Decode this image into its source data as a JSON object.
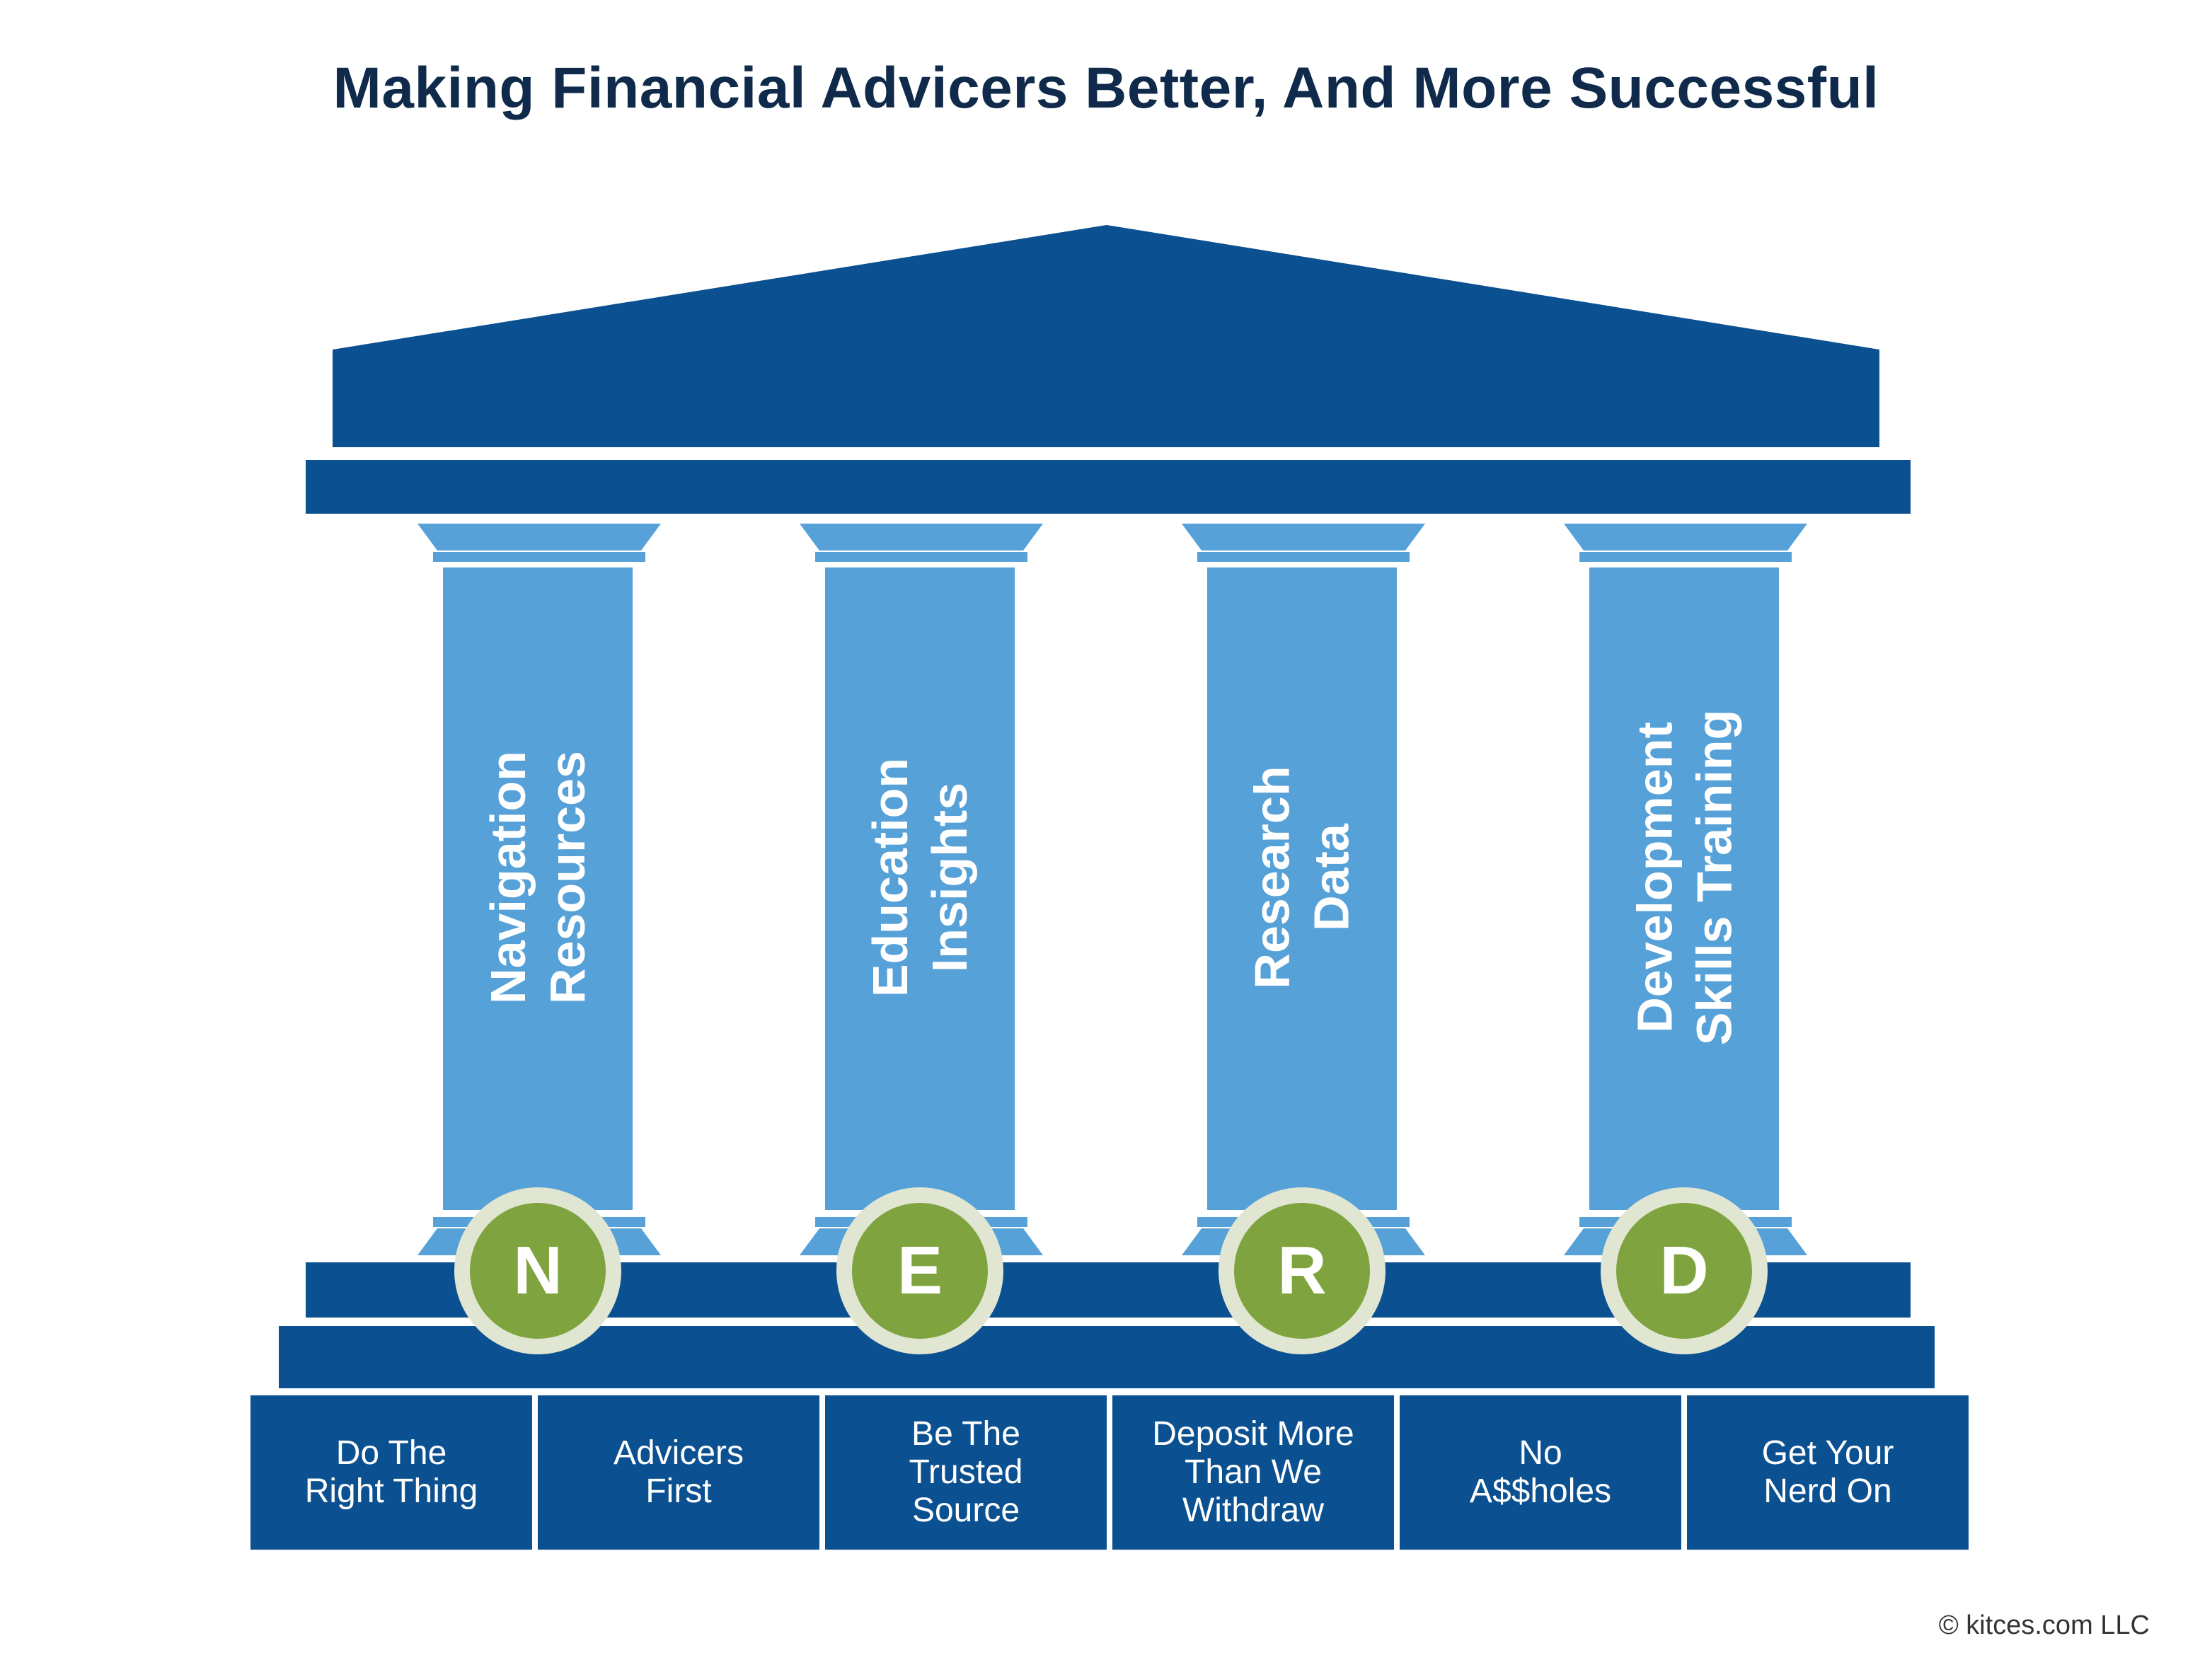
{
  "title": "Making Financial Advicers Better, And More Successful",
  "pillars": [
    {
      "lines": [
        "Navigation",
        "Resources"
      ],
      "letter": "N"
    },
    {
      "lines": [
        "Education",
        "Insights"
      ],
      "letter": "E"
    },
    {
      "lines": [
        "Research",
        "Data"
      ],
      "letter": "R"
    },
    {
      "lines": [
        "Development",
        "Skills Training"
      ],
      "letter": "D"
    }
  ],
  "values": [
    {
      "lines": [
        "Do The",
        "Right Thing"
      ]
    },
    {
      "lines": [
        "Advicers",
        "First"
      ]
    },
    {
      "lines": [
        "Be The",
        "Trusted",
        "Source"
      ]
    },
    {
      "lines": [
        "Deposit More",
        "Than We",
        "Withdraw"
      ]
    },
    {
      "lines": [
        "No",
        "A$$holes"
      ]
    },
    {
      "lines": [
        "Get Your",
        "Nerd On"
      ]
    }
  ],
  "copyright": "© kitces.com LLC",
  "colors": {
    "dark_blue": "#0b5090",
    "light_blue": "#56a1d8",
    "green": "#7fa43f",
    "medallion_ring": "#e1e6d3",
    "title": "#0f2a4a"
  }
}
